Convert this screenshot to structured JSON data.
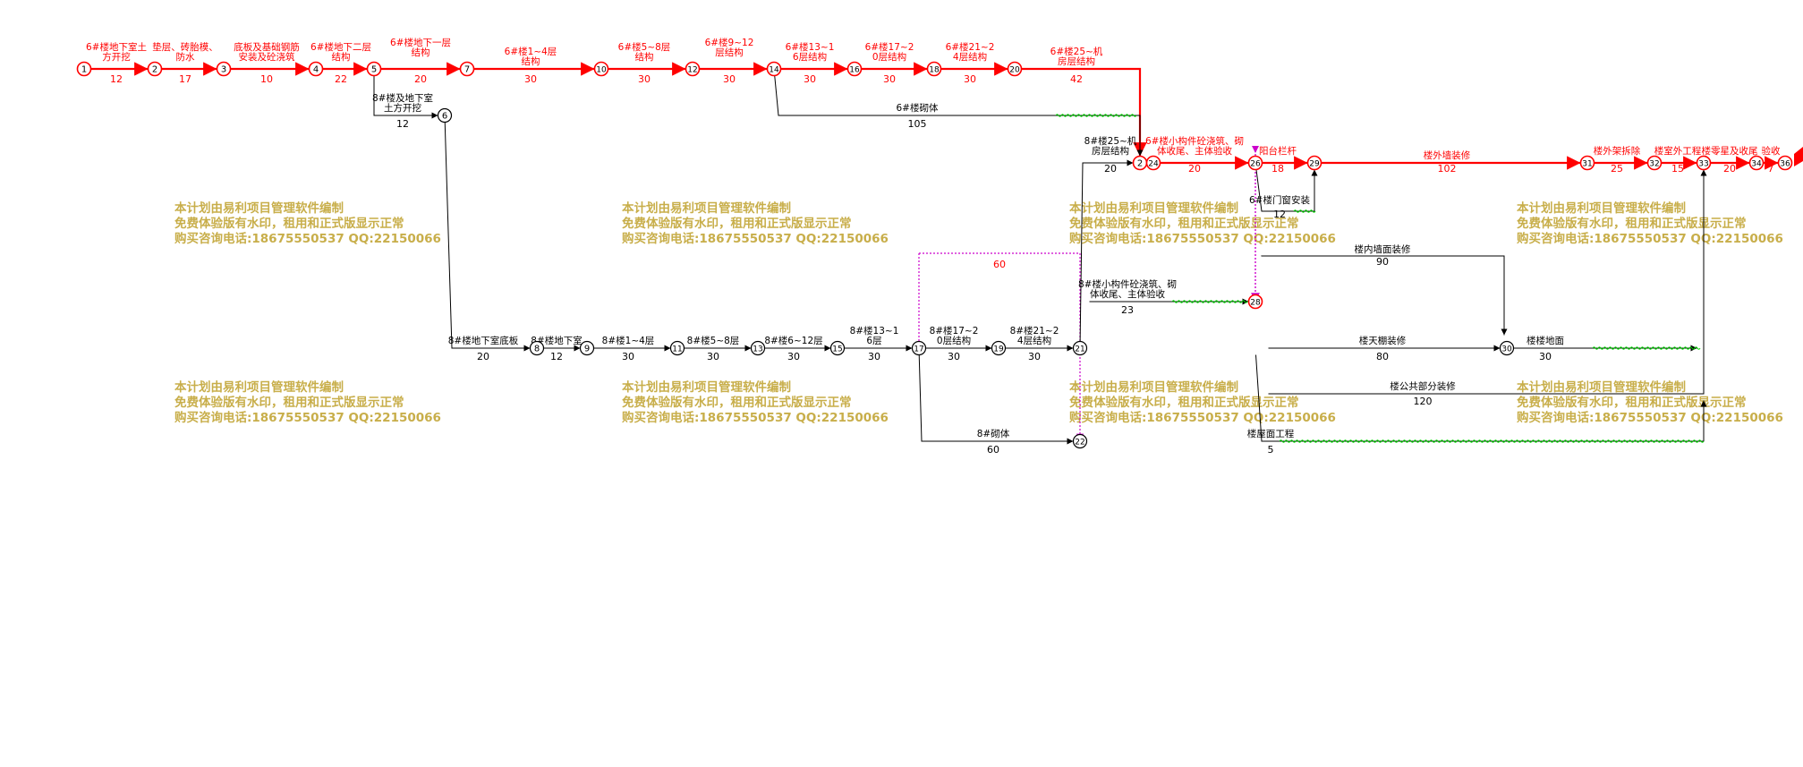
{
  "colors": {
    "critical": "#ff0000",
    "normal": "#000000",
    "float": "#00dd00",
    "dummy_dashed": "#cc00cc",
    "watermark": "#c8ae4a"
  },
  "watermark": {
    "line1": "本计划由易利项目管理软件编制",
    "line2": "免费体验版有水印，租用和正式版显示正常",
    "line3": "购买咨询电话:18675550537 QQ:22150066"
  },
  "nodes": [
    {
      "id": "1",
      "label": "1",
      "crit": true
    },
    {
      "id": "2",
      "label": "2",
      "crit": true
    },
    {
      "id": "3",
      "label": "3",
      "crit": true
    },
    {
      "id": "4",
      "label": "4",
      "crit": true
    },
    {
      "id": "5",
      "label": "5",
      "crit": true
    },
    {
      "id": "7",
      "label": "7",
      "crit": true
    },
    {
      "id": "10",
      "label": "10",
      "crit": true
    },
    {
      "id": "12",
      "label": "12",
      "crit": true
    },
    {
      "id": "14",
      "label": "14",
      "crit": true
    },
    {
      "id": "16",
      "label": "16",
      "crit": true
    },
    {
      "id": "18",
      "label": "18",
      "crit": true
    },
    {
      "id": "20",
      "label": "20",
      "crit": true
    },
    {
      "id": "6",
      "label": "6",
      "crit": false
    },
    {
      "id": "8",
      "label": "8",
      "crit": false
    },
    {
      "id": "9",
      "label": "9",
      "crit": false
    },
    {
      "id": "11",
      "label": "11",
      "crit": false
    },
    {
      "id": "13",
      "label": "13",
      "crit": false
    },
    {
      "id": "15",
      "label": "15",
      "crit": false
    },
    {
      "id": "17",
      "label": "17",
      "crit": false
    },
    {
      "id": "19",
      "label": "19",
      "crit": false
    },
    {
      "id": "21",
      "label": "21",
      "crit": false
    },
    {
      "id": "22",
      "label": "22",
      "crit": false
    },
    {
      "id": "24a",
      "label": "2",
      "crit": true
    },
    {
      "id": "24",
      "label": "24",
      "crit": true
    },
    {
      "id": "26",
      "label": "26",
      "crit": true
    },
    {
      "id": "28",
      "label": "28",
      "crit": true
    },
    {
      "id": "29",
      "label": "29",
      "crit": true
    },
    {
      "id": "30",
      "label": "30",
      "crit": false
    },
    {
      "id": "31",
      "label": "31",
      "crit": true
    },
    {
      "id": "32",
      "label": "32",
      "crit": true
    },
    {
      "id": "33",
      "label": "33",
      "crit": true
    },
    {
      "id": "34",
      "label": "34",
      "crit": true
    },
    {
      "id": "36",
      "label": "36",
      "crit": true
    }
  ],
  "activities": [
    {
      "name": "6#楼地下室土方开挖",
      "duration": "12",
      "crit": true
    },
    {
      "name": "垫层、砖胎模、防水",
      "duration": "17",
      "crit": true
    },
    {
      "name": "底板及基础钢筋安装及砼浇筑",
      "duration": "10",
      "crit": true
    },
    {
      "name": "6#楼地下二层结构",
      "duration": "22",
      "crit": true
    },
    {
      "name": "6#楼地下一层结构",
      "duration": "20",
      "crit": true
    },
    {
      "name": "6#楼1~4层结构",
      "duration": "30",
      "crit": true
    },
    {
      "name": "6#楼5~8层结构",
      "duration": "30",
      "crit": true
    },
    {
      "name": "6#楼9~12层结构",
      "duration": "30",
      "crit": true
    },
    {
      "name": "6#楼13~16层结构",
      "duration": "30",
      "crit": true
    },
    {
      "name": "6#楼17~20层结构",
      "duration": "30",
      "crit": true
    },
    {
      "name": "6#楼21~24层结构",
      "duration": "30",
      "crit": true
    },
    {
      "name": "6#楼25~机房层结构",
      "duration": "42",
      "crit": true
    },
    {
      "name": "6#楼砌体",
      "duration": "105",
      "crit": false
    },
    {
      "name": "8#楼及地下室土方开挖",
      "duration": "12",
      "crit": false
    },
    {
      "name": "8#楼地下室底板",
      "duration": "20",
      "crit": false
    },
    {
      "name": "8#楼地下室",
      "duration": "12",
      "crit": false
    },
    {
      "name": "8#楼1~4层",
      "duration": "30",
      "crit": false
    },
    {
      "name": "8#楼5~8层",
      "duration": "30",
      "crit": false
    },
    {
      "name": "8#楼6~12层",
      "duration": "30",
      "crit": false
    },
    {
      "name": "8#楼13~16层",
      "duration": "30",
      "crit": false
    },
    {
      "name": "8#楼17~20层结构",
      "duration": "30",
      "crit": false
    },
    {
      "name": "8#楼21~24层结构",
      "duration": "30",
      "crit": false
    },
    {
      "name": "8#砌体",
      "duration": "60",
      "crit": false
    },
    {
      "name": "8#楼25~机房层结构",
      "duration": "20",
      "crit": false
    },
    {
      "name": "6#楼小构件砼浇筑、砌体收尾、主体验收",
      "duration": "20",
      "crit": true
    },
    {
      "name": "阳台栏杆",
      "duration": "18",
      "crit": true
    },
    {
      "name": "6#楼门窗安装",
      "duration": "12",
      "crit": false
    },
    {
      "name": "楼外墙装修",
      "duration": "102",
      "crit": true
    },
    {
      "name": "楼外架拆除",
      "duration": "25",
      "crit": true
    },
    {
      "name": "楼室外工程",
      "duration": "15",
      "crit": true
    },
    {
      "name": "楼零星及收尾",
      "duration": "20",
      "crit": true
    },
    {
      "name": "验收",
      "duration": "7",
      "crit": true
    },
    {
      "name": "8#楼小构件砼浇筑、砌体收尾、主体验收",
      "duration": "23",
      "crit": false
    },
    {
      "name": "楼内墙面装修",
      "duration": "90",
      "crit": false
    },
    {
      "name": "楼天棚装修",
      "duration": "80",
      "crit": false
    },
    {
      "name": "楼楼地面",
      "duration": "30",
      "crit": false
    },
    {
      "name": "楼公共部分装修",
      "duration": "120",
      "crit": false
    },
    {
      "name": "楼屋面工程",
      "duration": "5",
      "crit": false
    }
  ],
  "dummy": {
    "duration": "60"
  }
}
